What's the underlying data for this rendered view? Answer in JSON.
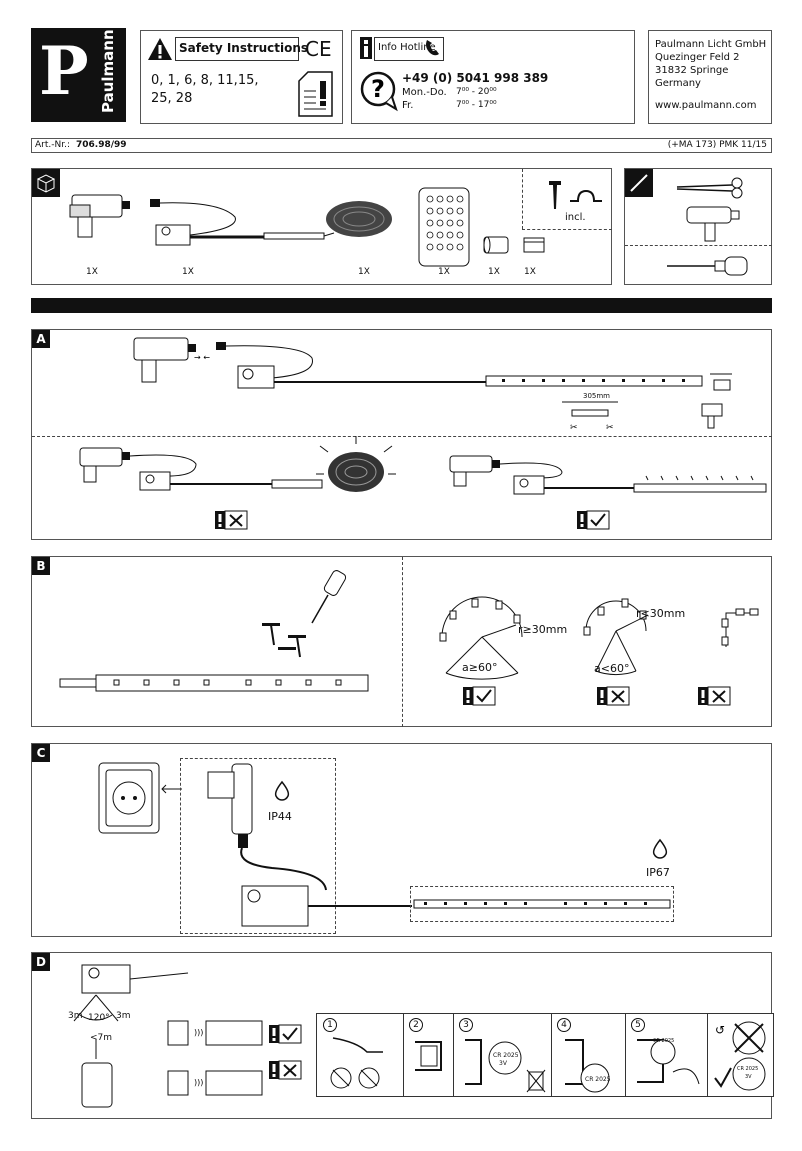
{
  "header": {
    "logo_letter": "P",
    "logo_brand": "Paulmann",
    "safety": {
      "title": "Safety Instructions",
      "ce_mark": "CE",
      "languages_line1": "0, 1, 6, 8, 11,15,",
      "languages_line2": "25, 28"
    },
    "hotline": {
      "title": "Info Hotline",
      "phone": "+49 (0) 5041 998 389",
      "days1": "Mon.-Do.",
      "hours1": "7⁰⁰ - 20⁰⁰",
      "days2": "Fr.",
      "hours2": "7⁰⁰ - 17⁰⁰"
    },
    "address": {
      "line1": "Paulmann Licht GmbH",
      "line2": "Quezinger Feld 2",
      "line3": "31832 Springe",
      "line4": "Germany",
      "web": "www.paulmann.com"
    }
  },
  "artnr": {
    "label": "Art.-Nr.:",
    "value": "706.98/99",
    "right": "(+MA 173) PMK 11/15"
  },
  "contents": {
    "q1": "1X",
    "q2": "1X",
    "q3": "1X",
    "q4": "1X",
    "q5": "1X",
    "q6": "1X",
    "incl": "incl."
  },
  "sections": {
    "a": "A",
    "b": "B",
    "c": "C",
    "d": "D"
  },
  "section_a": {
    "dimension": "305mm"
  },
  "section_b": {
    "r_ok": "r≥30mm",
    "a_ok": "a≥60°",
    "r_bad": "r<30mm",
    "a_bad": "a<60°"
  },
  "section_c": {
    "ip44": "IP44",
    "ip67": "IP67"
  },
  "section_d": {
    "dist_left": "3m",
    "angle": "120°",
    "dist_right": "3m",
    "dist_max": "<7m",
    "battery": "CR 2025",
    "battery_v": "3V",
    "steps": [
      "1",
      "2",
      "3",
      "4",
      "5"
    ]
  }
}
